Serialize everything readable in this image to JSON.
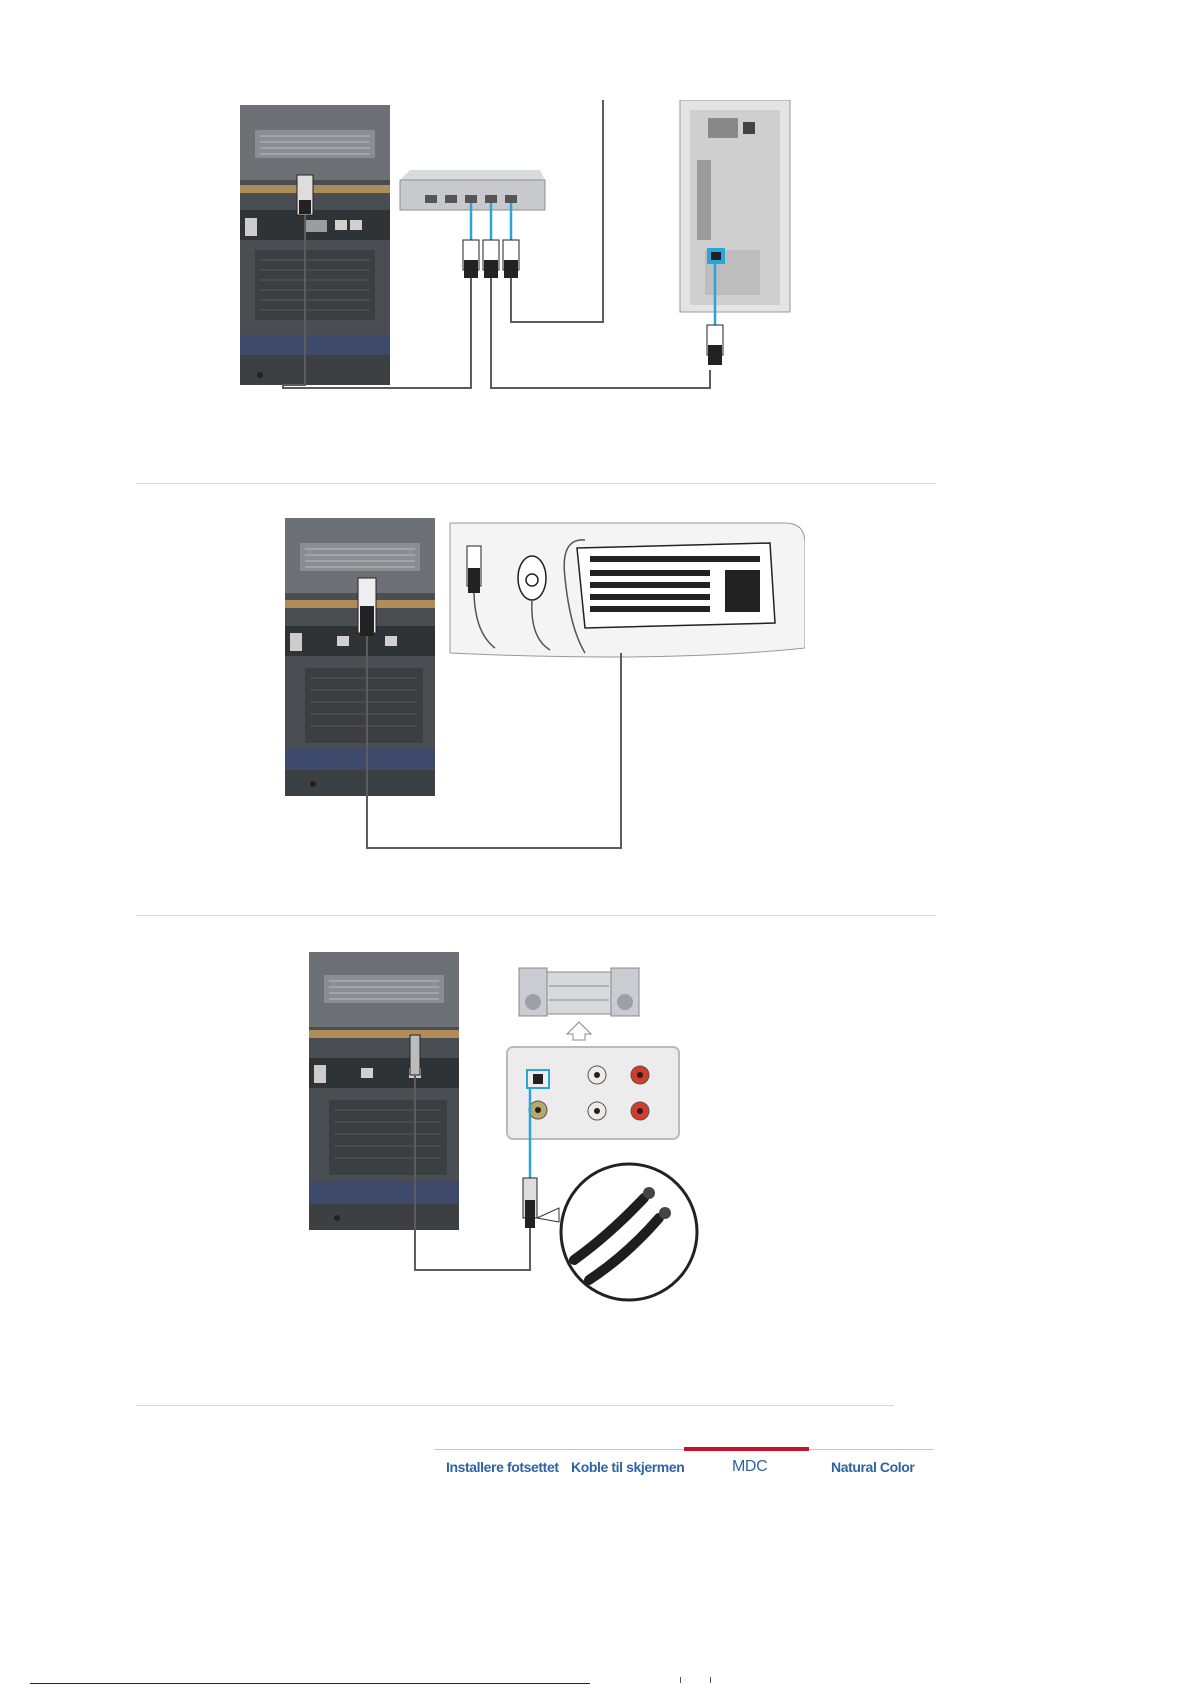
{
  "nav": {
    "items": [
      {
        "label": "Installere fotsettet",
        "active": false
      },
      {
        "label": "Koble til skjermen",
        "active": false
      },
      {
        "label": "MDC",
        "active": true
      },
      {
        "label": "Natural Color",
        "active": false
      }
    ],
    "accent_color": "#c3152b",
    "link_color": "#2d63a6"
  },
  "figures": [
    {
      "name": "lan-hub-connection",
      "printed_label": ""
    },
    {
      "name": "usb-keyboard-mouse-connection",
      "printed_label": ""
    },
    {
      "name": "optical-audio-connection",
      "printed_label": ""
    }
  ],
  "icons": [
    "monitor-back-panel",
    "network-hub",
    "pc-tower",
    "rj45-plug",
    "usb-plug",
    "mouse",
    "keyboard",
    "audio-system",
    "optical-cable"
  ]
}
